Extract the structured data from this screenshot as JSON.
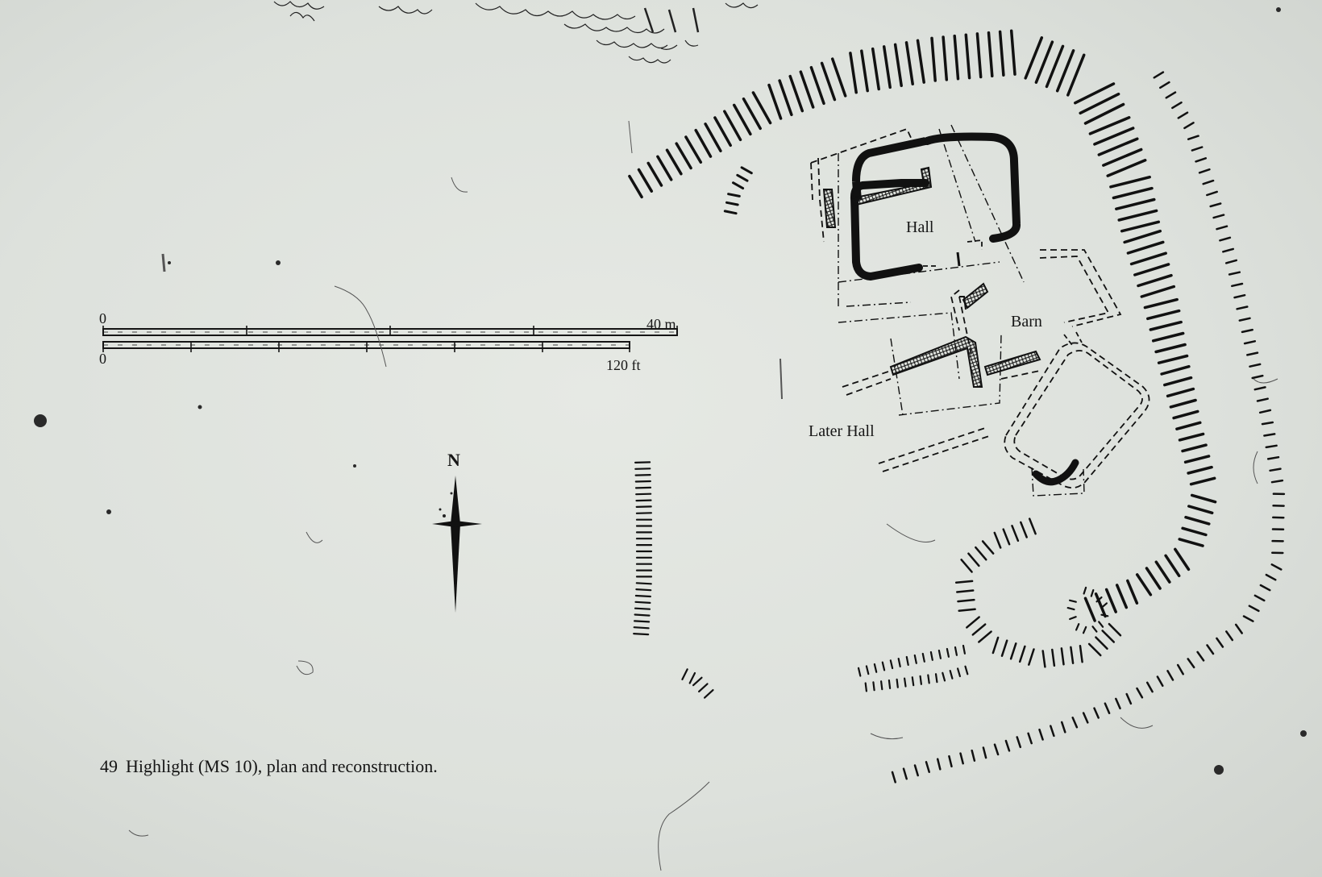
{
  "figure": {
    "number": "49",
    "caption": "Highlight (MS 10), plan and reconstruction."
  },
  "plan_labels": {
    "hall": "Hall",
    "barn": "Barn",
    "later_hall": "Later Hall"
  },
  "scale_bar": {
    "metric_start": "0",
    "metric_end": "40 m",
    "imperial_start": "0",
    "imperial_end": "120 ft"
  },
  "north_arrow": {
    "label": "N"
  },
  "colors": {
    "paper": "#dfe3de",
    "ink": "#141414"
  }
}
